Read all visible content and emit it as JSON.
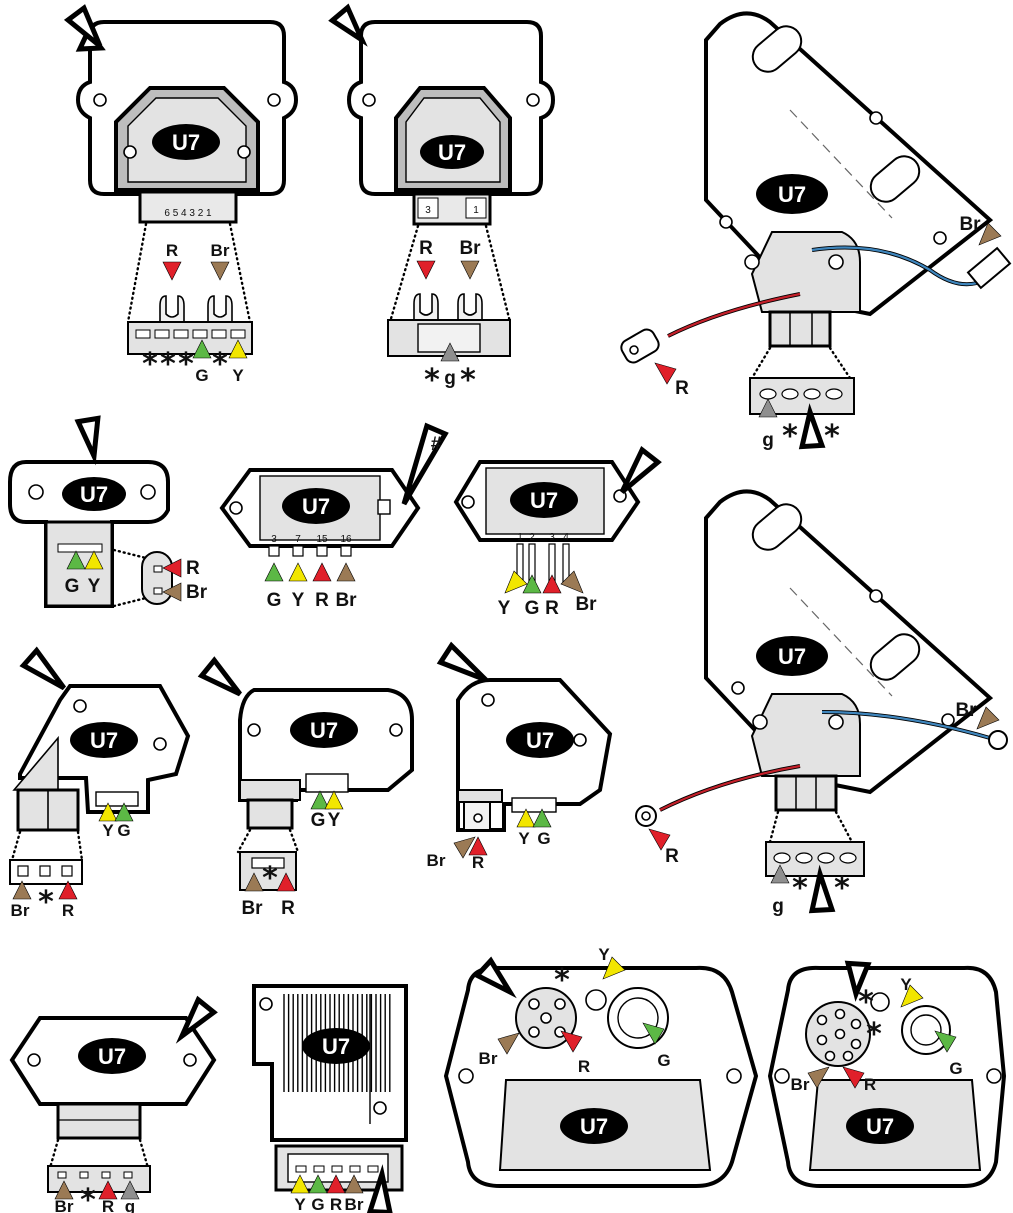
{
  "module_label": "U7",
  "symbols": {
    "asterisk": "*",
    "hash": "#"
  },
  "colors": {
    "red": "#e0202a",
    "brown": "#9b7a55",
    "green": "#5cb845",
    "yellow": "#f2e600",
    "grey": "#8f8f8f",
    "body": "#e6e6e6",
    "blue_wire": "#3f86bd",
    "red_wire": "#c4202a"
  },
  "wire_codes": {
    "R": "R",
    "Br": "Br",
    "G": "G",
    "Y": "Y",
    "g": "g"
  },
  "modules": [
    {
      "pins": "6 5 4  3 2 1",
      "connector_labels": [
        "G",
        "Y"
      ]
    },
    {
      "pins": [
        "3",
        "1"
      ],
      "connector_labels": [
        "g"
      ]
    },
    {
      "connector_labels": [
        "g"
      ]
    },
    {
      "connector_labels": [
        "G",
        "Y",
        "R",
        "Br"
      ]
    },
    {
      "pins": [
        "3",
        "7",
        "15",
        "16"
      ],
      "connector_labels": [
        "G",
        "Y",
        "R",
        "Br"
      ]
    },
    {
      "pins": [
        "1",
        "2",
        "3",
        "4"
      ],
      "connector_labels": [
        "Y",
        "G",
        "R",
        "Br"
      ]
    },
    {
      "connector_labels": [
        "Y",
        "G",
        "Br",
        "R"
      ]
    },
    {
      "connector_labels": [
        "G",
        "Y",
        "Br",
        "R"
      ]
    },
    {
      "connector_labels": [
        "Br",
        "R",
        "Y",
        "G"
      ]
    },
    {
      "connector_labels": [
        "g"
      ]
    },
    {
      "connector_labels": [
        "Br",
        "R",
        "g"
      ]
    },
    {
      "connector_labels": [
        "Y",
        "G",
        "R",
        "Br"
      ]
    },
    {
      "connector_labels": [
        "Y",
        "Br",
        "R",
        "G"
      ]
    },
    {
      "connector_labels": [
        "Y",
        "Br",
        "R",
        "G"
      ]
    }
  ]
}
